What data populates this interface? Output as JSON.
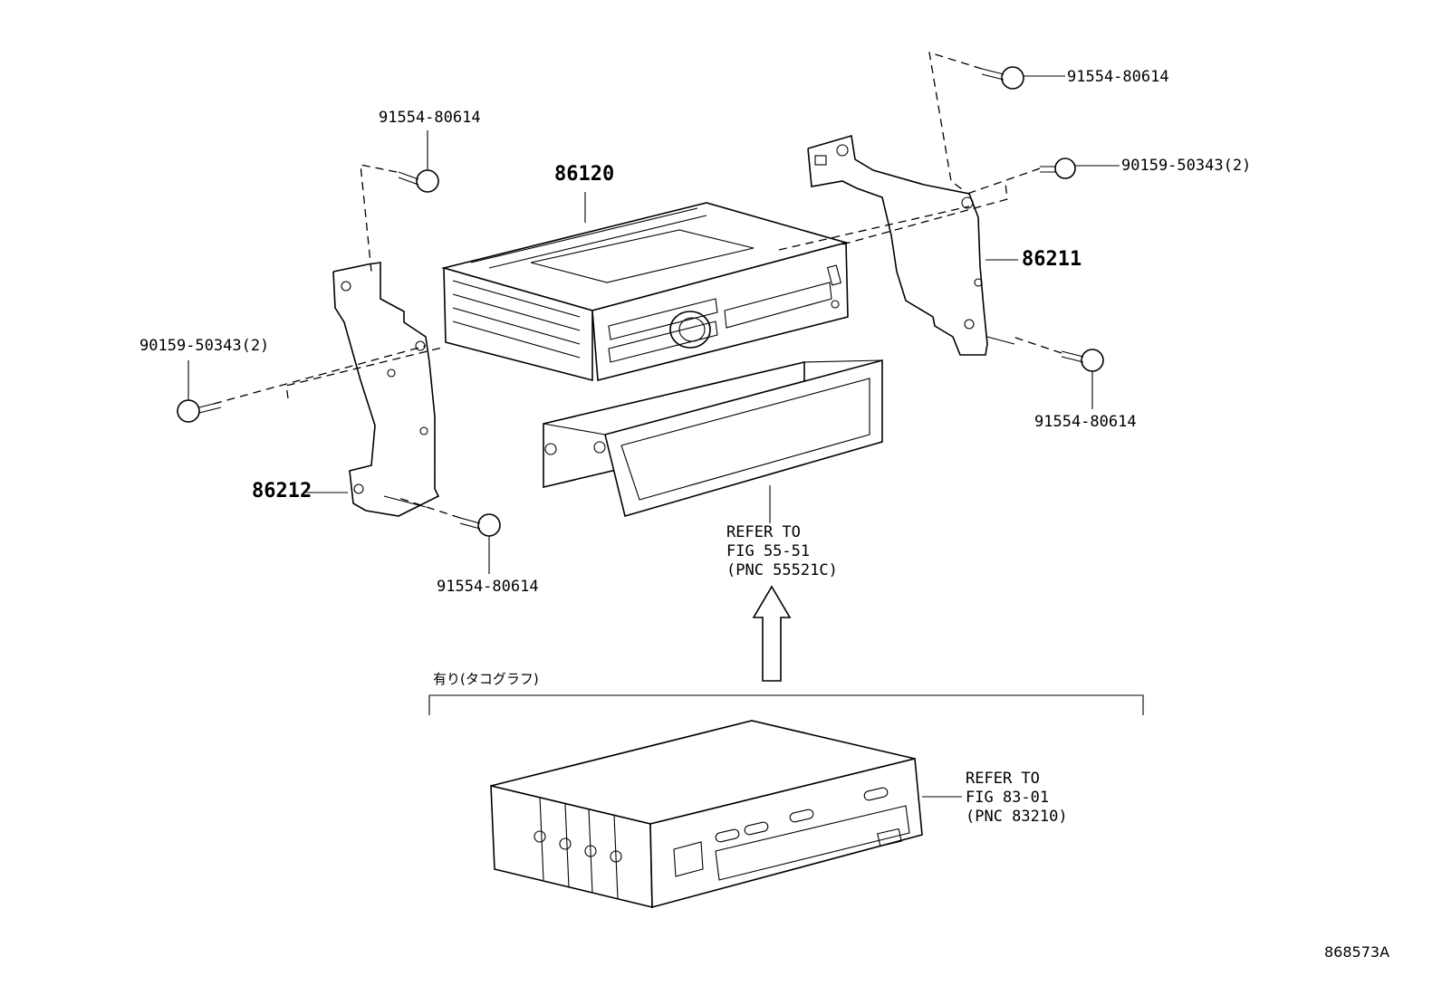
{
  "parts": {
    "radio_receiver": "86120",
    "bracket_right": "86211",
    "bracket_left": "86212"
  },
  "bolts": {
    "left_top": "91554-80614",
    "left_screw": "90159-50343(2)",
    "left_bottom": "91554-80614",
    "right_top": "91554-80614",
    "right_screw": "90159-50343(2)",
    "right_bottom": "91554-80614"
  },
  "references": {
    "box": [
      "REFER TO",
      "FIG 55-51",
      "(PNC 55521C)"
    ],
    "tachograph": [
      "REFER TO",
      "FIG 83-01",
      "(PNC 83210)"
    ]
  },
  "option_label": "有り(タコグラフ)",
  "diagram_id": "868573A"
}
